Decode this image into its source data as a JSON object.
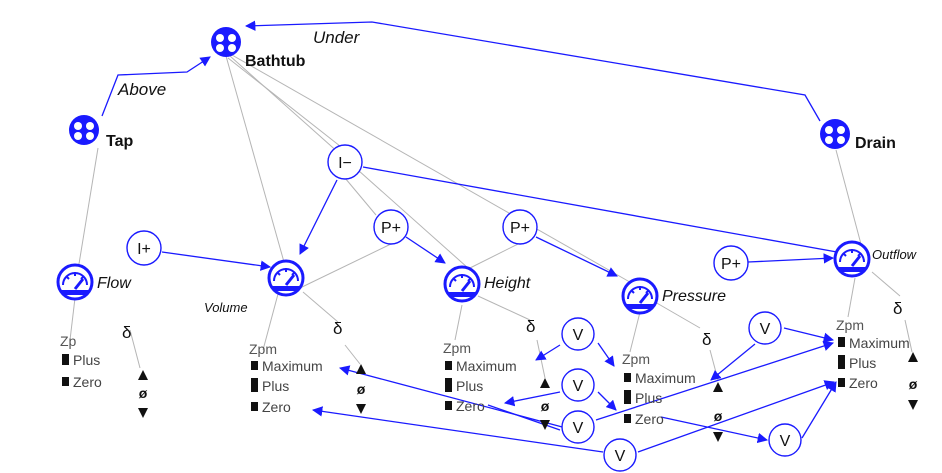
{
  "colors": {
    "accent": "#1a1aff",
    "grey_line": "#b0b0b0",
    "text": "#111111"
  },
  "entities": {
    "bathtub": "Bathtub",
    "tap": "Tap",
    "drain": "Drain"
  },
  "relations": {
    "above": "Above",
    "under": "Under"
  },
  "quantities": {
    "flow": "Flow",
    "volume": "Volume",
    "height": "Height",
    "pressure": "Pressure",
    "outflow": "Outflow"
  },
  "influences": {
    "i_plus": "I+",
    "i_minus": "I−"
  },
  "proportionalities": {
    "p_plus": "P+"
  },
  "correspondences": {
    "v": "V"
  },
  "quantity_spaces": {
    "flow": {
      "name": "Zp",
      "values": [
        "Plus",
        "Zero"
      ]
    },
    "volume": {
      "name": "Zpm",
      "values": [
        "Maximum",
        "Plus",
        "Zero"
      ]
    },
    "height": {
      "name": "Zpm",
      "values": [
        "Maximum",
        "Plus",
        "Zero"
      ]
    },
    "pressure": {
      "name": "Zpm",
      "values": [
        "Maximum",
        "Plus",
        "Zero"
      ]
    },
    "outflow": {
      "name": "Zpm",
      "values": [
        "Maximum",
        "Plus",
        "Zero"
      ]
    }
  },
  "derivative": {
    "delta": "δ",
    "zero": "ø"
  },
  "icons": {
    "entity": "entity-icon",
    "quantity": "gauge-icon",
    "derivative": "derivative-arrows-icon"
  }
}
